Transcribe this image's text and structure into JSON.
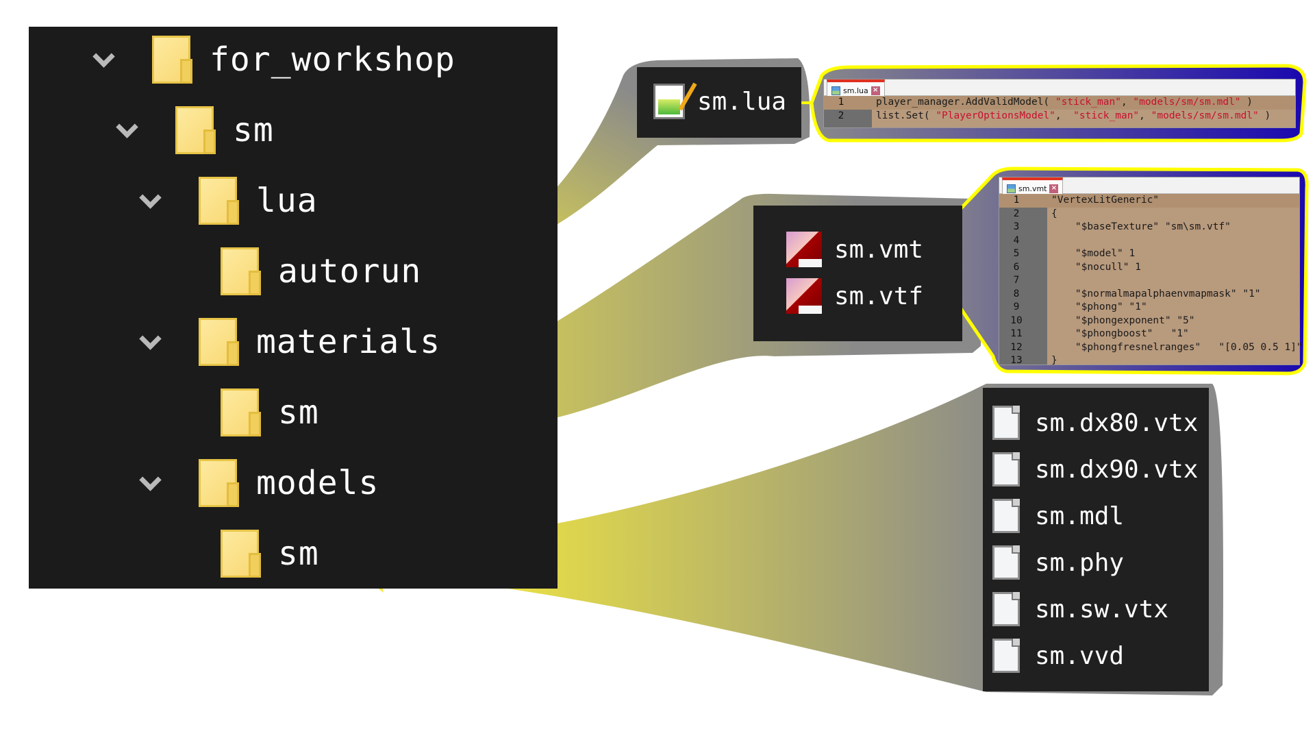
{
  "tree": [
    {
      "label": "for_workshop",
      "depth": 0,
      "expanded": true
    },
    {
      "label": "sm",
      "depth": 1,
      "expanded": true
    },
    {
      "label": "lua",
      "depth": 2,
      "expanded": true
    },
    {
      "label": "autorun",
      "depth": 3,
      "expanded": null
    },
    {
      "label": "materials",
      "depth": 2,
      "expanded": true
    },
    {
      "label": "sm",
      "depth": 3,
      "expanded": null
    },
    {
      "label": "models",
      "depth": 2,
      "expanded": true
    },
    {
      "label": "sm",
      "depth": 3,
      "expanded": null
    }
  ],
  "lua_box": {
    "file": "sm.lua"
  },
  "vmt_box": {
    "files": [
      "sm.vmt",
      "sm.vtf"
    ]
  },
  "models_box": {
    "files": [
      "sm.dx80.vtx",
      "sm.dx90.vtx",
      "sm.mdl",
      "sm.phy",
      "sm.sw.vtx",
      "sm.vvd"
    ]
  },
  "lua_editor": {
    "tab": "sm.lua",
    "lines": [
      {
        "n": "1",
        "parts": [
          [
            "player_manager.AddValidModel( ",
            ""
          ],
          [
            "\"stick_man\"",
            "str"
          ],
          [
            ", ",
            ""
          ],
          [
            "\"models/sm/sm.mdl\"",
            "str"
          ],
          [
            " )",
            ""
          ]
        ]
      },
      {
        "n": "2",
        "parts": [
          [
            "list.Set( ",
            ""
          ],
          [
            "\"PlayerOptionsModel\"",
            "str"
          ],
          [
            ",  ",
            ""
          ],
          [
            "\"stick_man\"",
            "str"
          ],
          [
            ", ",
            ""
          ],
          [
            "\"models/sm/sm.mdl\"",
            "str"
          ],
          [
            " )",
            ""
          ]
        ]
      }
    ]
  },
  "vmt_editor": {
    "tab": "sm.vmt",
    "lines": [
      {
        "n": "1",
        "parts": [
          [
            "\"VertexLitGeneric\"",
            ""
          ]
        ]
      },
      {
        "n": "2",
        "parts": [
          [
            "{",
            ""
          ]
        ]
      },
      {
        "n": "3",
        "parts": [
          [
            "    \"$baseTexture\" \"sm\\sm.vtf\"",
            ""
          ]
        ]
      },
      {
        "n": "4",
        "parts": [
          [
            "",
            ""
          ]
        ]
      },
      {
        "n": "5",
        "parts": [
          [
            "    \"$model\" 1",
            ""
          ]
        ]
      },
      {
        "n": "6",
        "parts": [
          [
            "    \"$nocull\" 1",
            ""
          ]
        ]
      },
      {
        "n": "7",
        "parts": [
          [
            "",
            ""
          ]
        ]
      },
      {
        "n": "8",
        "parts": [
          [
            "    \"$normalmapalphaenvmapmask\" \"1\"",
            ""
          ]
        ]
      },
      {
        "n": "9",
        "parts": [
          [
            "    \"$phong\" \"1\"",
            ""
          ]
        ]
      },
      {
        "n": "10",
        "parts": [
          [
            "    \"$phongexponent\" \"5\"",
            ""
          ]
        ]
      },
      {
        "n": "11",
        "parts": [
          [
            "    \"$phongboost\"   \"1\"",
            ""
          ]
        ]
      },
      {
        "n": "12",
        "parts": [
          [
            "    \"$phongfresnelranges\"   \"[0.05 0.5 1]\"",
            ""
          ]
        ]
      },
      {
        "n": "13",
        "parts": [
          [
            "}",
            ""
          ]
        ]
      }
    ]
  },
  "colors": {
    "highlight": "#f0e640",
    "callout": "#8a8a8a",
    "callout_border": "#ffff00",
    "editor_shadow": "#2010a8"
  }
}
